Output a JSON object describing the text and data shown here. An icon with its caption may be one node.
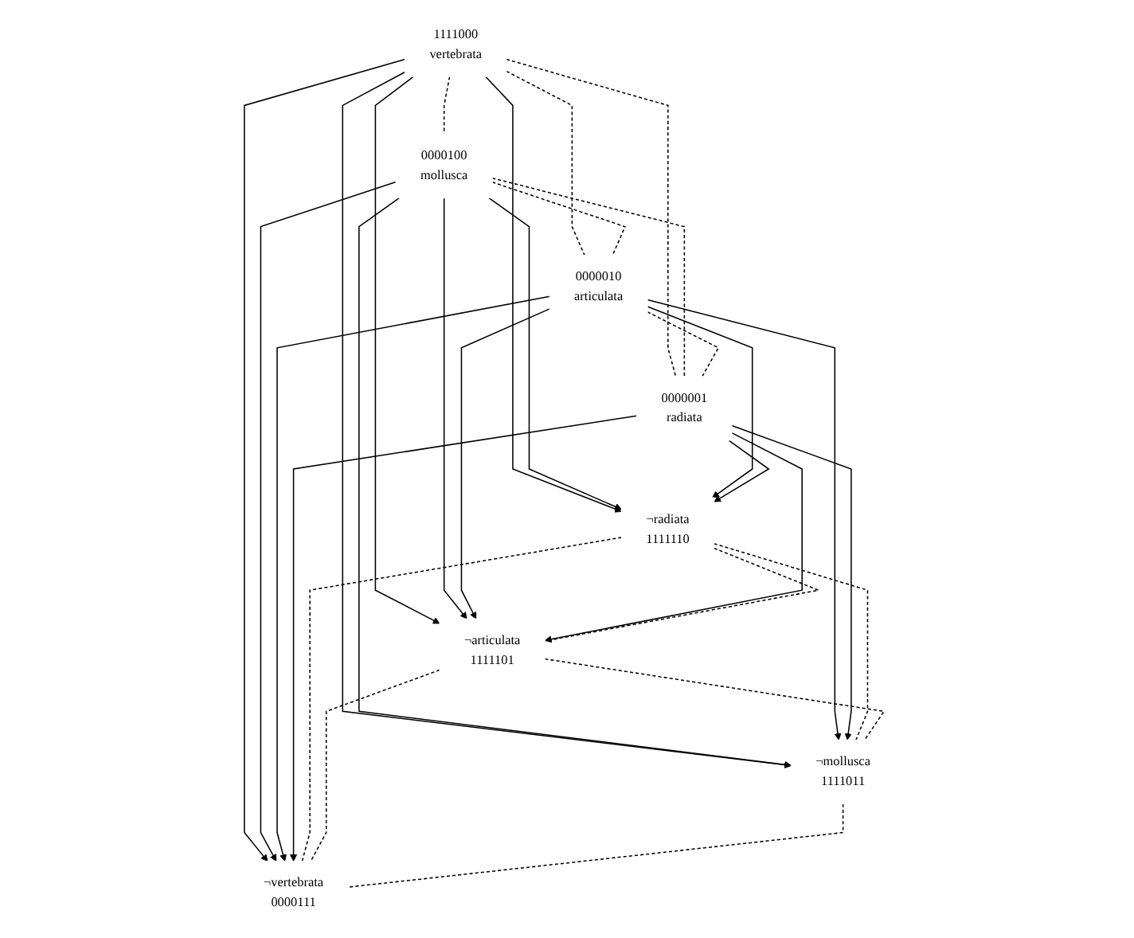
{
  "diagram": {
    "nodes": [
      {
        "text": [
          "1111000",
          "vertebrata"
        ]
      },
      {
        "text": [
          "0000100",
          "mollusca"
        ]
      },
      {
        "text": [
          "0000010",
          "articulata"
        ]
      },
      {
        "text": [
          "0000001",
          "radiata"
        ]
      },
      {
        "text": [
          "¬radiata",
          "1111110"
        ]
      },
      {
        "text": [
          "¬articulata",
          "1111101"
        ]
      },
      {
        "text": [
          "¬mollusca",
          "1111011"
        ]
      },
      {
        "text": [
          "¬vertebrata",
          "0000111"
        ]
      }
    ],
    "edges": [
      {
        "from": 0,
        "to": 1,
        "arrow": "none",
        "style": "dashed"
      },
      {
        "from": 0,
        "to": 2,
        "arrow": "none",
        "style": "dashed"
      },
      {
        "from": 0,
        "to": 3,
        "arrow": "none",
        "style": "dashed"
      },
      {
        "from": 1,
        "to": 2,
        "arrow": "none",
        "style": "dashed"
      },
      {
        "from": 1,
        "to": 3,
        "arrow": "none",
        "style": "dashed"
      },
      {
        "from": 2,
        "to": 3,
        "arrow": "none",
        "style": "dashed"
      },
      {
        "from": 0,
        "to": 4,
        "arrow": "to"
      },
      {
        "from": 0,
        "to": 5,
        "arrow": "to"
      },
      {
        "from": 0,
        "to": 6,
        "arrow": "to"
      },
      {
        "from": 0,
        "to": 7,
        "arrow": "to"
      },
      {
        "from": 1,
        "to": 4,
        "arrow": "to"
      },
      {
        "from": 1,
        "to": 5,
        "arrow": "to"
      },
      {
        "from": 1,
        "to": 6,
        "arrow": "to"
      },
      {
        "from": 1,
        "to": 7,
        "arrow": "to"
      },
      {
        "from": 2,
        "to": 4,
        "arrow": "to"
      },
      {
        "from": 2,
        "to": 5,
        "arrow": "to"
      },
      {
        "from": 2,
        "to": 6,
        "arrow": "to"
      },
      {
        "from": 2,
        "to": 7,
        "arrow": "to"
      },
      {
        "from": 3,
        "to": 4,
        "arrow": "to"
      },
      {
        "from": 3,
        "to": 5,
        "arrow": "to"
      },
      {
        "from": 3,
        "to": 6,
        "arrow": "to"
      },
      {
        "from": 3,
        "to": 7,
        "arrow": "to"
      },
      {
        "from": 4,
        "to": 5,
        "arrow": "none",
        "style": "dashed"
      },
      {
        "from": 4,
        "to": 6,
        "arrow": "none",
        "style": "dashed"
      },
      {
        "from": 4,
        "to": 7,
        "arrow": "none",
        "style": "dashed"
      },
      {
        "from": 5,
        "to": 6,
        "arrow": "none",
        "style": "dashed"
      },
      {
        "from": 5,
        "to": 7,
        "arrow": "none",
        "style": "dashed"
      },
      {
        "from": 6,
        "to": 7,
        "arrow": "none",
        "style": "dashed"
      }
    ]
  }
}
